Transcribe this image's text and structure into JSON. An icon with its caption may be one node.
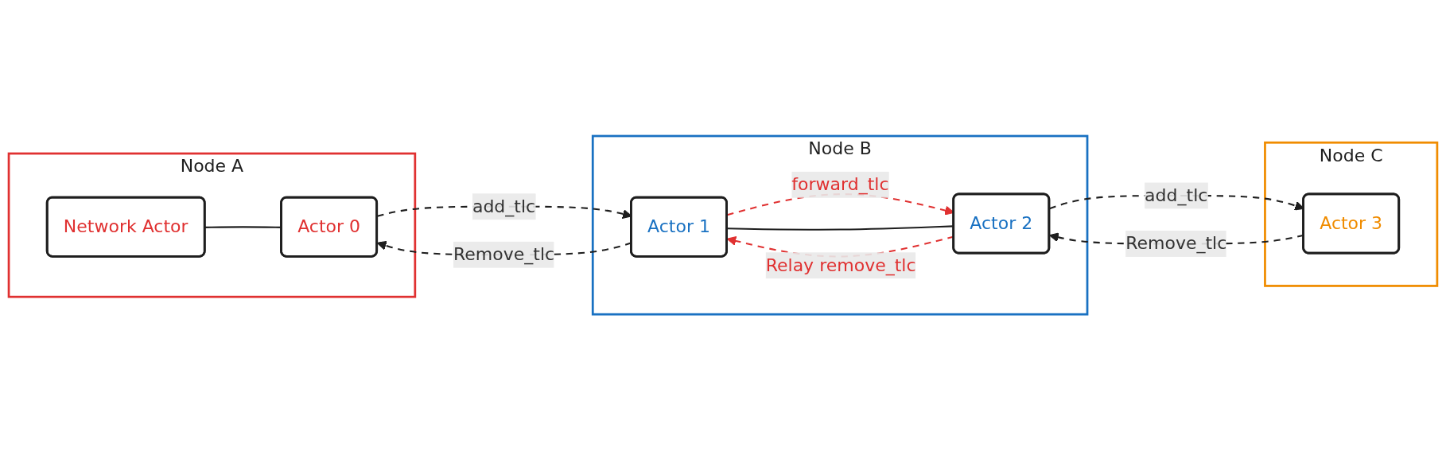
{
  "diagram": {
    "nodes": [
      {
        "text": [
          "Node A"
        ]
      },
      {
        "text": [
          "Network Actor"
        ],
        "in": 0
      },
      {
        "text": [
          "Actor 0"
        ],
        "in": 0
      },
      {
        "text": [
          "Node B"
        ]
      },
      {
        "text": [
          "Actor 1"
        ],
        "in": 3
      },
      {
        "text": [
          "Actor 2"
        ],
        "in": 3
      },
      {
        "text": [
          "Node C"
        ]
      },
      {
        "text": [
          "Actor 3"
        ],
        "in": 6
      }
    ],
    "edges": [
      {
        "from": 1,
        "to": 2,
        "arrow": "none"
      },
      {
        "from": 2,
        "to": 4,
        "arrow": "to",
        "label": "add_tlc",
        "style": "dashed"
      },
      {
        "from": 4,
        "to": 5,
        "arrow": "to",
        "label": "forward_tlc",
        "style": "dashed",
        "color": "#e03131"
      },
      {
        "from": 5,
        "to": 7,
        "arrow": "to",
        "label": "add_tlc",
        "style": "dashed"
      },
      {
        "from": 4,
        "to": 5,
        "arrow": "none"
      },
      {
        "from": 7,
        "to": 5,
        "arrow": "to",
        "label": "Remove_tlc",
        "style": "dashed"
      },
      {
        "from": 5,
        "to": 4,
        "arrow": "to",
        "label": "Relay remove_tlc",
        "style": "dashed",
        "color": "#e03131"
      },
      {
        "from": 4,
        "to": 2,
        "arrow": "to",
        "label": "Remove_tlc",
        "style": "dashed"
      }
    ]
  }
}
